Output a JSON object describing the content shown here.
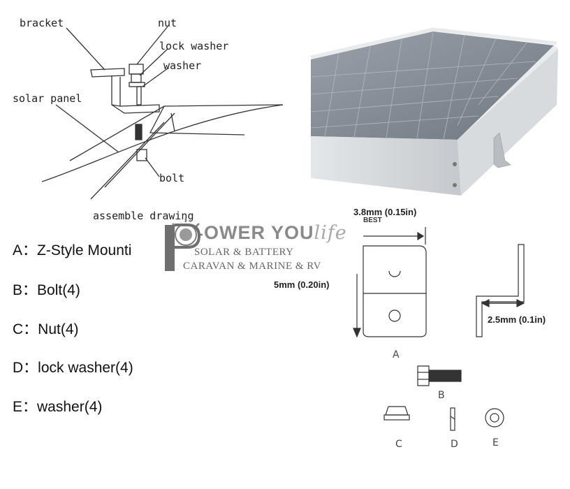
{
  "assembly": {
    "labels": {
      "bracket": "bracket",
      "nut": "nut",
      "lock_washer": "lock washer",
      "washer": "washer",
      "solar_panel": "solar panel",
      "bolt": "bolt",
      "caption": "assemble drawing"
    }
  },
  "parts_list": [
    "A：Z-Style Mounti",
    "B：Bolt(4)",
    "C：Nut(4)",
    "D：lock washer(4)",
    "E：washer(4)"
  ],
  "dimensions": {
    "thickness": "3.8mm (0.15in)",
    "height": "5mm (0.20in)",
    "offset": "2.5mm (0.1in)"
  },
  "part_letters": {
    "a": "A",
    "b": "B",
    "c": "C",
    "d": "D",
    "e": "E"
  },
  "watermark": {
    "brand": "OWER YOU",
    "brand_script": "life",
    "tag": "BEST",
    "line1": "SOLAR & BATTERY",
    "line2": "CARAVAN & MARINE & RV"
  },
  "colors": {
    "panel_frame": "#d9dcde",
    "panel_cells": "#7f8791",
    "line": "#333333"
  }
}
